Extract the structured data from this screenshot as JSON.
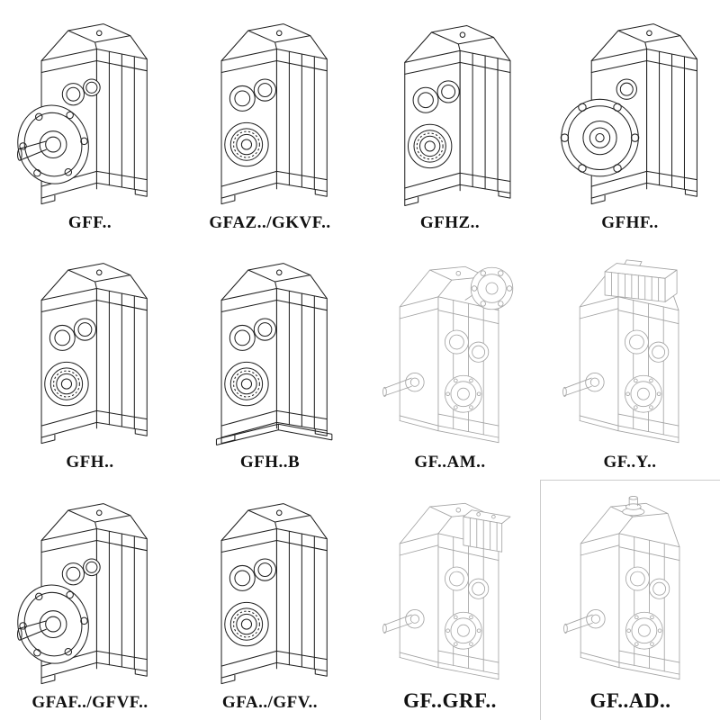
{
  "page": {
    "background": "#ffffff"
  },
  "colors": {
    "solid_line": "#1f1f1f",
    "ghost_line": "#a3a3a3",
    "label_text": "#111111"
  },
  "catalog": {
    "columns": 4,
    "rows": 3,
    "items": [
      {
        "label": "GFF..",
        "drawing": "gearbox-output-flange-solid"
      },
      {
        "label": "GFAZ../GKVF..",
        "drawing": "gearbox-hollow-shaft-solid"
      },
      {
        "label": "GFHZ..",
        "drawing": "gearbox-shaft-mounted-solid"
      },
      {
        "label": "GFHF..",
        "drawing": "gearbox-front-flange-solid"
      },
      {
        "label": "GFH..",
        "drawing": "gearbox-hollow-shaft-solid"
      },
      {
        "label": "GFH..B",
        "drawing": "gearbox-hollow-shaft-base-solid"
      },
      {
        "label": "GF..AM..",
        "drawing": "gearbox-iec-adapter-flange-outline"
      },
      {
        "label": "GF..Y..",
        "drawing": "gearmotor-with-motor-outline"
      },
      {
        "label": "GFAF../GFVF..",
        "drawing": "gearbox-output-flange-solid"
      },
      {
        "label": "GFA../GFV..",
        "drawing": "gearbox-hollow-shaft-solid"
      },
      {
        "label": "GF..GRF..",
        "drawing": "gearbox-grf-adapter-outline"
      },
      {
        "label": "GF..AD..",
        "drawing": "gearbox-input-shaft-adapter-outline"
      }
    ]
  }
}
